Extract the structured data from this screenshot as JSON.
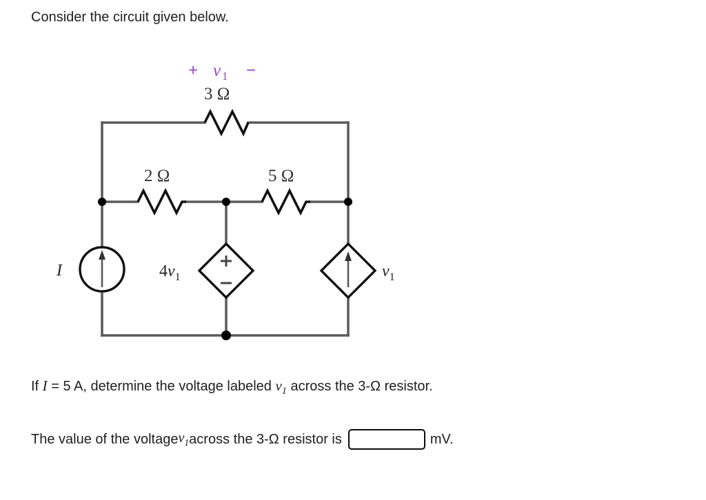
{
  "intro": {
    "text": "Consider the circuit given below."
  },
  "circuit": {
    "title": "bridge-circuit-with-dependent-sources",
    "labels": {
      "v1_polarity_plus": "+",
      "v1_polarity_minus": "−",
      "v1_top": "v",
      "v1_top_sub": "1",
      "r_top": "3 Ω",
      "r_left": "2 Ω",
      "r_right": "5 Ω",
      "source_current_label": "I",
      "vcvs_label_coeff": "4v",
      "vcvs_label_sub": "1",
      "vcvs_plus": "+",
      "vcvs_minus": "−",
      "vccs_label": "v",
      "vccs_label_sub": "1"
    },
    "colors": {
      "wire": "#5a5a5a",
      "component": "#111111",
      "node": "#000000",
      "v1_label": "#9c3fd6",
      "text": "#333333"
    }
  },
  "question": {
    "prefix": "If ",
    "current_symbol": "I",
    "given": " = 5 A, determine the voltage labeled ",
    "voltage_symbol": "v",
    "voltage_sub": "1",
    "suffix": " across the 3-Ω resistor."
  },
  "answer": {
    "prefix": "The value of the voltage ",
    "voltage_symbol": "v",
    "voltage_sub": "1",
    "middle": " across the 3-Ω resistor is",
    "input_value": "",
    "input_placeholder": "",
    "unit": "mV."
  }
}
